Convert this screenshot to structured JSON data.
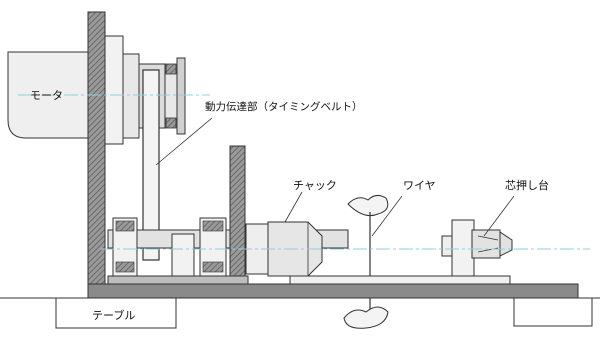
{
  "labels": {
    "motor": "モータ",
    "power_transmission": "動力伝達部（タイミングベルト）",
    "chuck": "チャック",
    "wire": "ワイヤ",
    "tailstock": "芯押し台",
    "table": "テーブル"
  },
  "colors": {
    "line": "#333333",
    "hatch": "#777777",
    "light_fill": "#ececec",
    "mid_fill": "#d6d6d6",
    "dark_fill": "#8a8a8a",
    "centerline": "#8fd0d8",
    "background": "#ffffff"
  }
}
